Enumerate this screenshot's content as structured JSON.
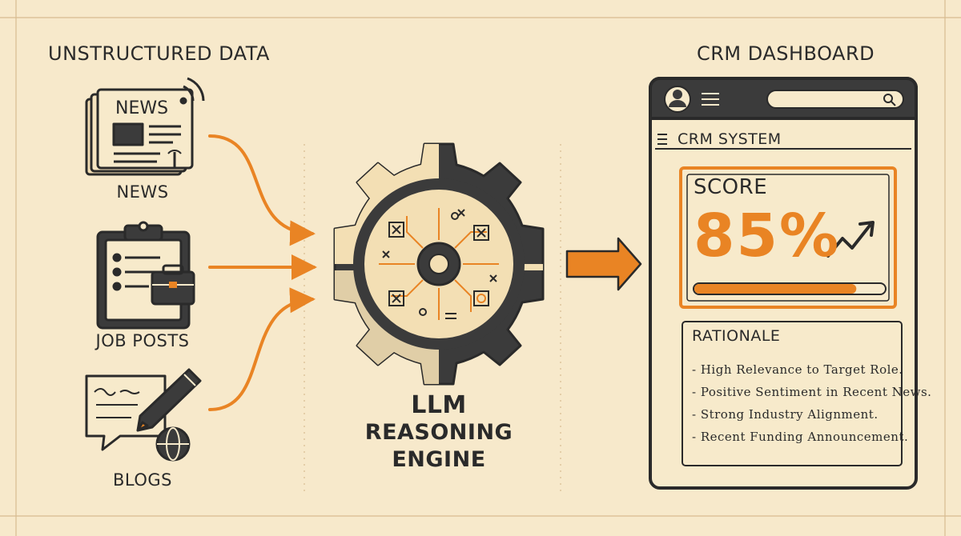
{
  "left": {
    "title": "UNSTRUCTURED DATA",
    "sources": [
      {
        "label": "NEWS",
        "icon": "newspaper-icon",
        "icon_text": "NEWS"
      },
      {
        "label": "JOB POSTS",
        "icon": "clipboard-briefcase-icon"
      },
      {
        "label": "BLOGS",
        "icon": "pen-paper-globe-icon"
      }
    ]
  },
  "engine": {
    "lines": [
      "LLM",
      "REASONING",
      "ENGINE"
    ],
    "icon": "gear-circuit-icon"
  },
  "right": {
    "title": "CRM DASHBOARD",
    "window": {
      "system_label": "CRM SYSTEM",
      "score": {
        "title": "SCORE",
        "value": "85%",
        "progress": 0.85
      },
      "rationale": {
        "title": "RATIONALE",
        "items": [
          "- High Relevance to Target Role.",
          "- Positive Sentiment in Recent News.",
          "- Strong Industry Alignment.",
          "- Recent Funding Announcement."
        ]
      }
    }
  },
  "colors": {
    "background": "#f7e9cb",
    "accent": "#e98424",
    "ink": "#2a2a2a",
    "gear": "#3b3b3b",
    "gear_light": "#f3dfb4"
  }
}
